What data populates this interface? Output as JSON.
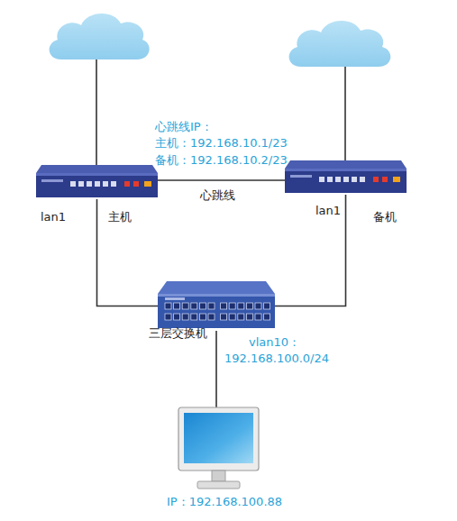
{
  "diagram": {
    "nodes": [
      {
        "text": [
          "lan1",
          "主机"
        ]
      },
      {
        "text": [
          "lan1",
          "备机"
        ]
      },
      {
        "text": [
          "三层交换机",
          "vlan10：",
          "192.168.100.0/24"
        ]
      },
      {
        "text": [
          "IP：192.168.100.88"
        ]
      }
    ],
    "edges": [
      {
        "from": 0,
        "to": 1,
        "label": "心跳线",
        "arrow": "none"
      },
      {
        "from": 0,
        "to": 2,
        "arrow": "none"
      },
      {
        "from": 1,
        "to": 2,
        "arrow": "none"
      },
      {
        "from": 2,
        "to": 3,
        "arrow": "none"
      }
    ],
    "labels": [
      "心跳线IP：",
      "主机：192.168.10.1/23",
      "备机：192.168.10.2/23"
    ]
  }
}
